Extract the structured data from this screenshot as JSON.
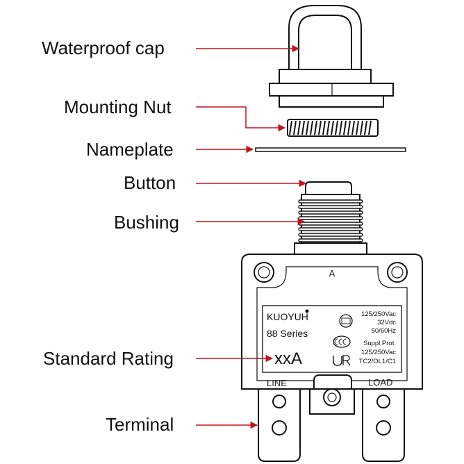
{
  "labels": {
    "cap": "Waterproof cap",
    "nut": "Mounting Nut",
    "nameplate": "Nameplate",
    "button": "Button",
    "bushing": "Bushing",
    "rating": "Standard Rating",
    "terminal": "Terminal"
  },
  "body": {
    "button_marking": "A",
    "line_label": "LINE",
    "load_label": "LOAD"
  },
  "plate": {
    "brand": "KUOYUH",
    "series": "88 Series",
    "rating": "xxA",
    "spec1": "125/250Vac",
    "spec2": "32Vdc",
    "spec3": "50/60Hz",
    "suppl": "Suppl.Prot.",
    "spec4": "125/250Vac",
    "spec5": "TC2/OL1/C1"
  },
  "colors": {
    "arrow": "#c0141b",
    "outline": "#111111"
  }
}
